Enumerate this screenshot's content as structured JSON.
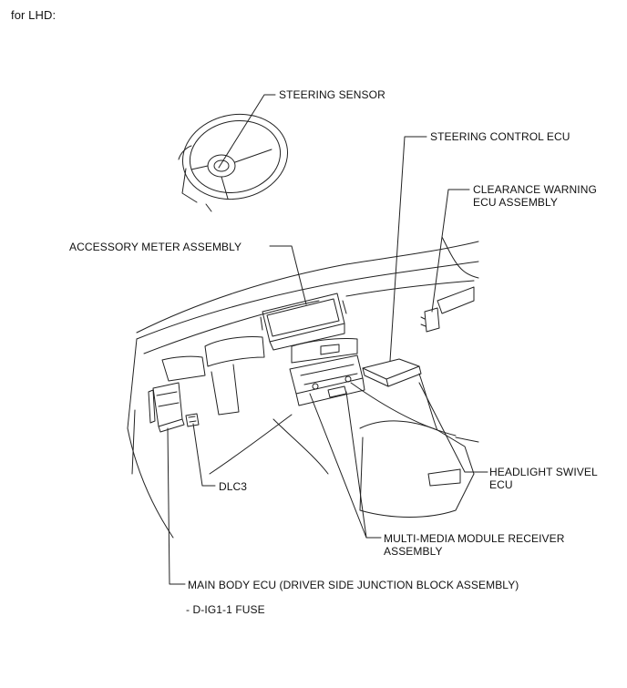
{
  "header": {
    "title": "for LHD:"
  },
  "labels": {
    "steering_sensor": "STEERING SENSOR",
    "steering_control_ecu": "STEERING CONTROL ECU",
    "clearance_warning_1": "CLEARANCE WARNING",
    "clearance_warning_2": "ECU ASSEMBLY",
    "accessory_meter": "ACCESSORY METER ASSEMBLY",
    "headlight_swivel_1": "HEADLIGHT SWIVEL",
    "headlight_swivel_2": "ECU",
    "dlc3": "DLC3",
    "multimedia_1": "MULTI-MEDIA MODULE RECEIVER",
    "multimedia_2": "ASSEMBLY",
    "main_body_ecu": "MAIN BODY ECU (DRIVER SIDE JUNCTION BLOCK ASSEMBLY)",
    "fuse_note": "- D-IG1-1 FUSE"
  }
}
